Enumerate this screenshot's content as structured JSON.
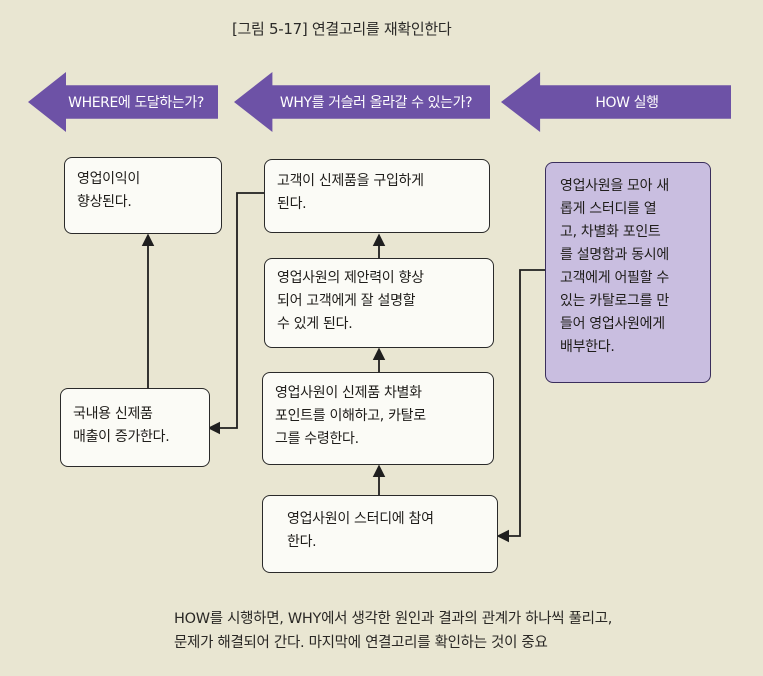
{
  "caption": "[그림 5-17] 연결고리를 재확인한다",
  "arrows": {
    "where": "WHERE에 도달하는가?",
    "why": "WHY를 거슬러 올라갈 수 있는가?",
    "how": "HOW 실행"
  },
  "boxes": {
    "profit": "영업이익이\n향상된다.",
    "domestic_sales": "국내용 신제품\n매출이 증가한다.",
    "customer_buy": "고객이 신제품을 구입하게\n된다.",
    "proposal": "영업사원의 제안력이 향상\n되어 고객에게 잘 설명할\n수 있게 된다.",
    "understand": "영업사원이 신제품 차별화\n포인트를 이해하고, 카탈로\n그를 수령한다.",
    "study_join": "영업사원이 스터디에 참여\n한다.",
    "how_action": "영업사원을 모아 새\n롭게 스터디를 열\n고, 차별화 포인트\n를 설명함과 동시에\n고객에게 어필할 수\n있는 카탈로그를 만\n들어 영업사원에게\n배부한다."
  },
  "footer": "HOW를 시행하면, WHY에서 생각한 원인과 결과의 관계가 하나씩 풀리고,\n문제가 해결되어 간다. 마지막에 연결고리를 확인하는 것이 중요"
}
